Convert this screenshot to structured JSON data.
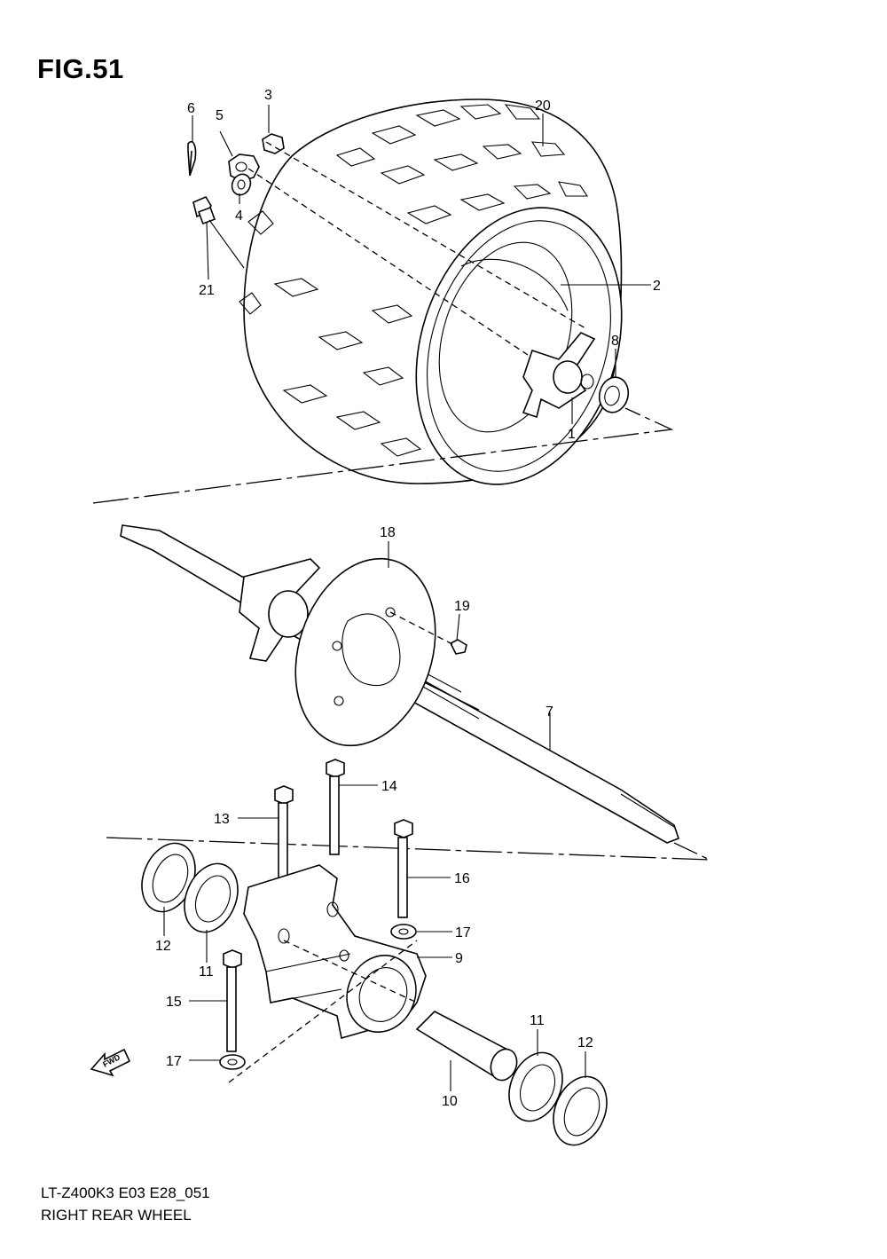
{
  "figure": {
    "title": "FIG.51",
    "model_code": "LT-Z400K3 E03 E28_051",
    "name": "RIGHT REAR WHEEL",
    "fwd_label": "FWD"
  },
  "callouts": {
    "c1": "1",
    "c2": "2",
    "c3": "3",
    "c4": "4",
    "c5": "5",
    "c6": "6",
    "c7": "7",
    "c8": "8",
    "c9": "9",
    "c10": "10",
    "c11a": "11",
    "c11b": "11",
    "c12a": "12",
    "c12b": "12",
    "c13": "13",
    "c14": "14",
    "c15": "15",
    "c16": "16",
    "c17a": "17",
    "c17b": "17",
    "c18": "18",
    "c19": "19",
    "c20": "20",
    "c21": "21"
  }
}
